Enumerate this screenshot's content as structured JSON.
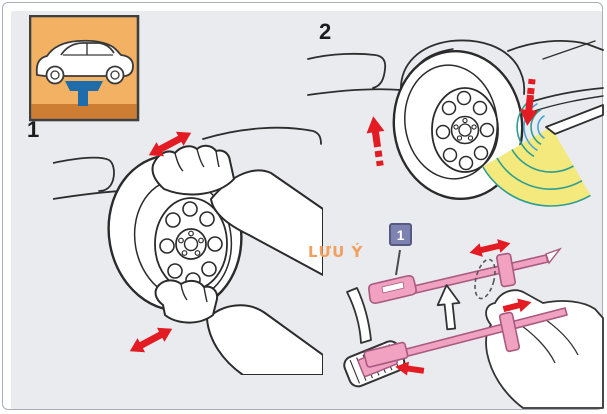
{
  "figure": {
    "inset": {
      "icon": "car-on-lift-icon"
    },
    "steps": [
      {
        "label": "1",
        "description_icon": "rock-wheel-by-hand"
      },
      {
        "label": "2",
        "description_icon": "listen-for-bearing-noise"
      }
    ],
    "note": {
      "label": "LƯU Ý",
      "callout": {
        "number": "1"
      }
    }
  },
  "colors": {
    "background": "#e9ebef",
    "frame_border": "#a9aeb6",
    "line": "#2e2e2e",
    "accent_red": "#e31b23",
    "inset_background": "#f2b163",
    "inset_ground": "#cd7e33",
    "lift_blue": "#1f6cab",
    "rod_pink": "#f0a2c0",
    "rod_pink_dark": "#a85a80",
    "badge_blue": "#7d82b0",
    "badge_border": "#545a82",
    "note_orange": "#f2a060",
    "sound_yellow": "#f3e97d",
    "sound_teal": "#2f9e92",
    "sound_blue": "#4aa5d6"
  }
}
